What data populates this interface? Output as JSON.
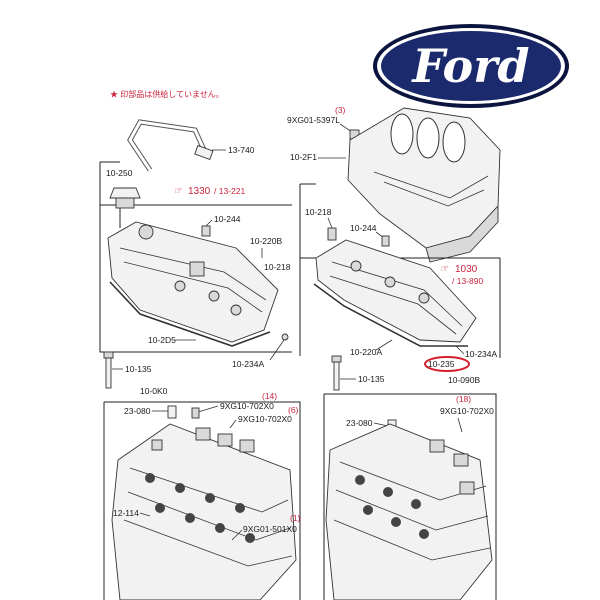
{
  "logo": {
    "text": "Ford",
    "ellipse_color": "#1a2a6c",
    "outline_color": "#0b143f",
    "text_color": "#ffffff"
  },
  "note": "★ 印部品は供給していません。",
  "labels": {
    "l_13_740": "13-740",
    "l_1330_ref": "1330",
    "l_13_221": "/ 13-221",
    "l_10_250": "10-250",
    "l_10_244_left": "10-244",
    "l_10_220b": "10-220B",
    "l_10_218_left": "10-218",
    "l_10_205": "10-2D5",
    "l_10_234a_left": "10-234A",
    "l_10_135_left": "10-135",
    "l_10_0k0": "10-0K0",
    "l_23_080_left": "23-080",
    "l_14": "(14)",
    "l_9xg10_702x0_a": "9XG10-702X0",
    "l_6": "(6)",
    "l_9xg10_702x0_b": "9XG10-702X0",
    "l_12_114": "12-114",
    "l_9xg01_501x0": "9XG01-501X0",
    "l_1": "(1)",
    "l_3": "(3)",
    "l_9xg01_5397l": "9XG01-5397L",
    "l_10_2f1": "10-2F1",
    "l_10_218_right": "10-218",
    "l_10_244_right": "10-244",
    "l_1030_ref": "1030",
    "l_13_890": "/ 13-890",
    "l_10_220a": "10-220A",
    "l_10_234a_right": "10-234A",
    "l_10_235": "10-235",
    "l_10_135_right": "10-135",
    "l_10_090b": "10-090B",
    "l_23_080_right": "23-080",
    "l_18": "(18)",
    "l_9xg10_702x0_c": "9XG10-702X0"
  },
  "colors": {
    "reference_red": "#c8243c",
    "highlight_circle": "#d4202c",
    "linework": "#333333"
  }
}
